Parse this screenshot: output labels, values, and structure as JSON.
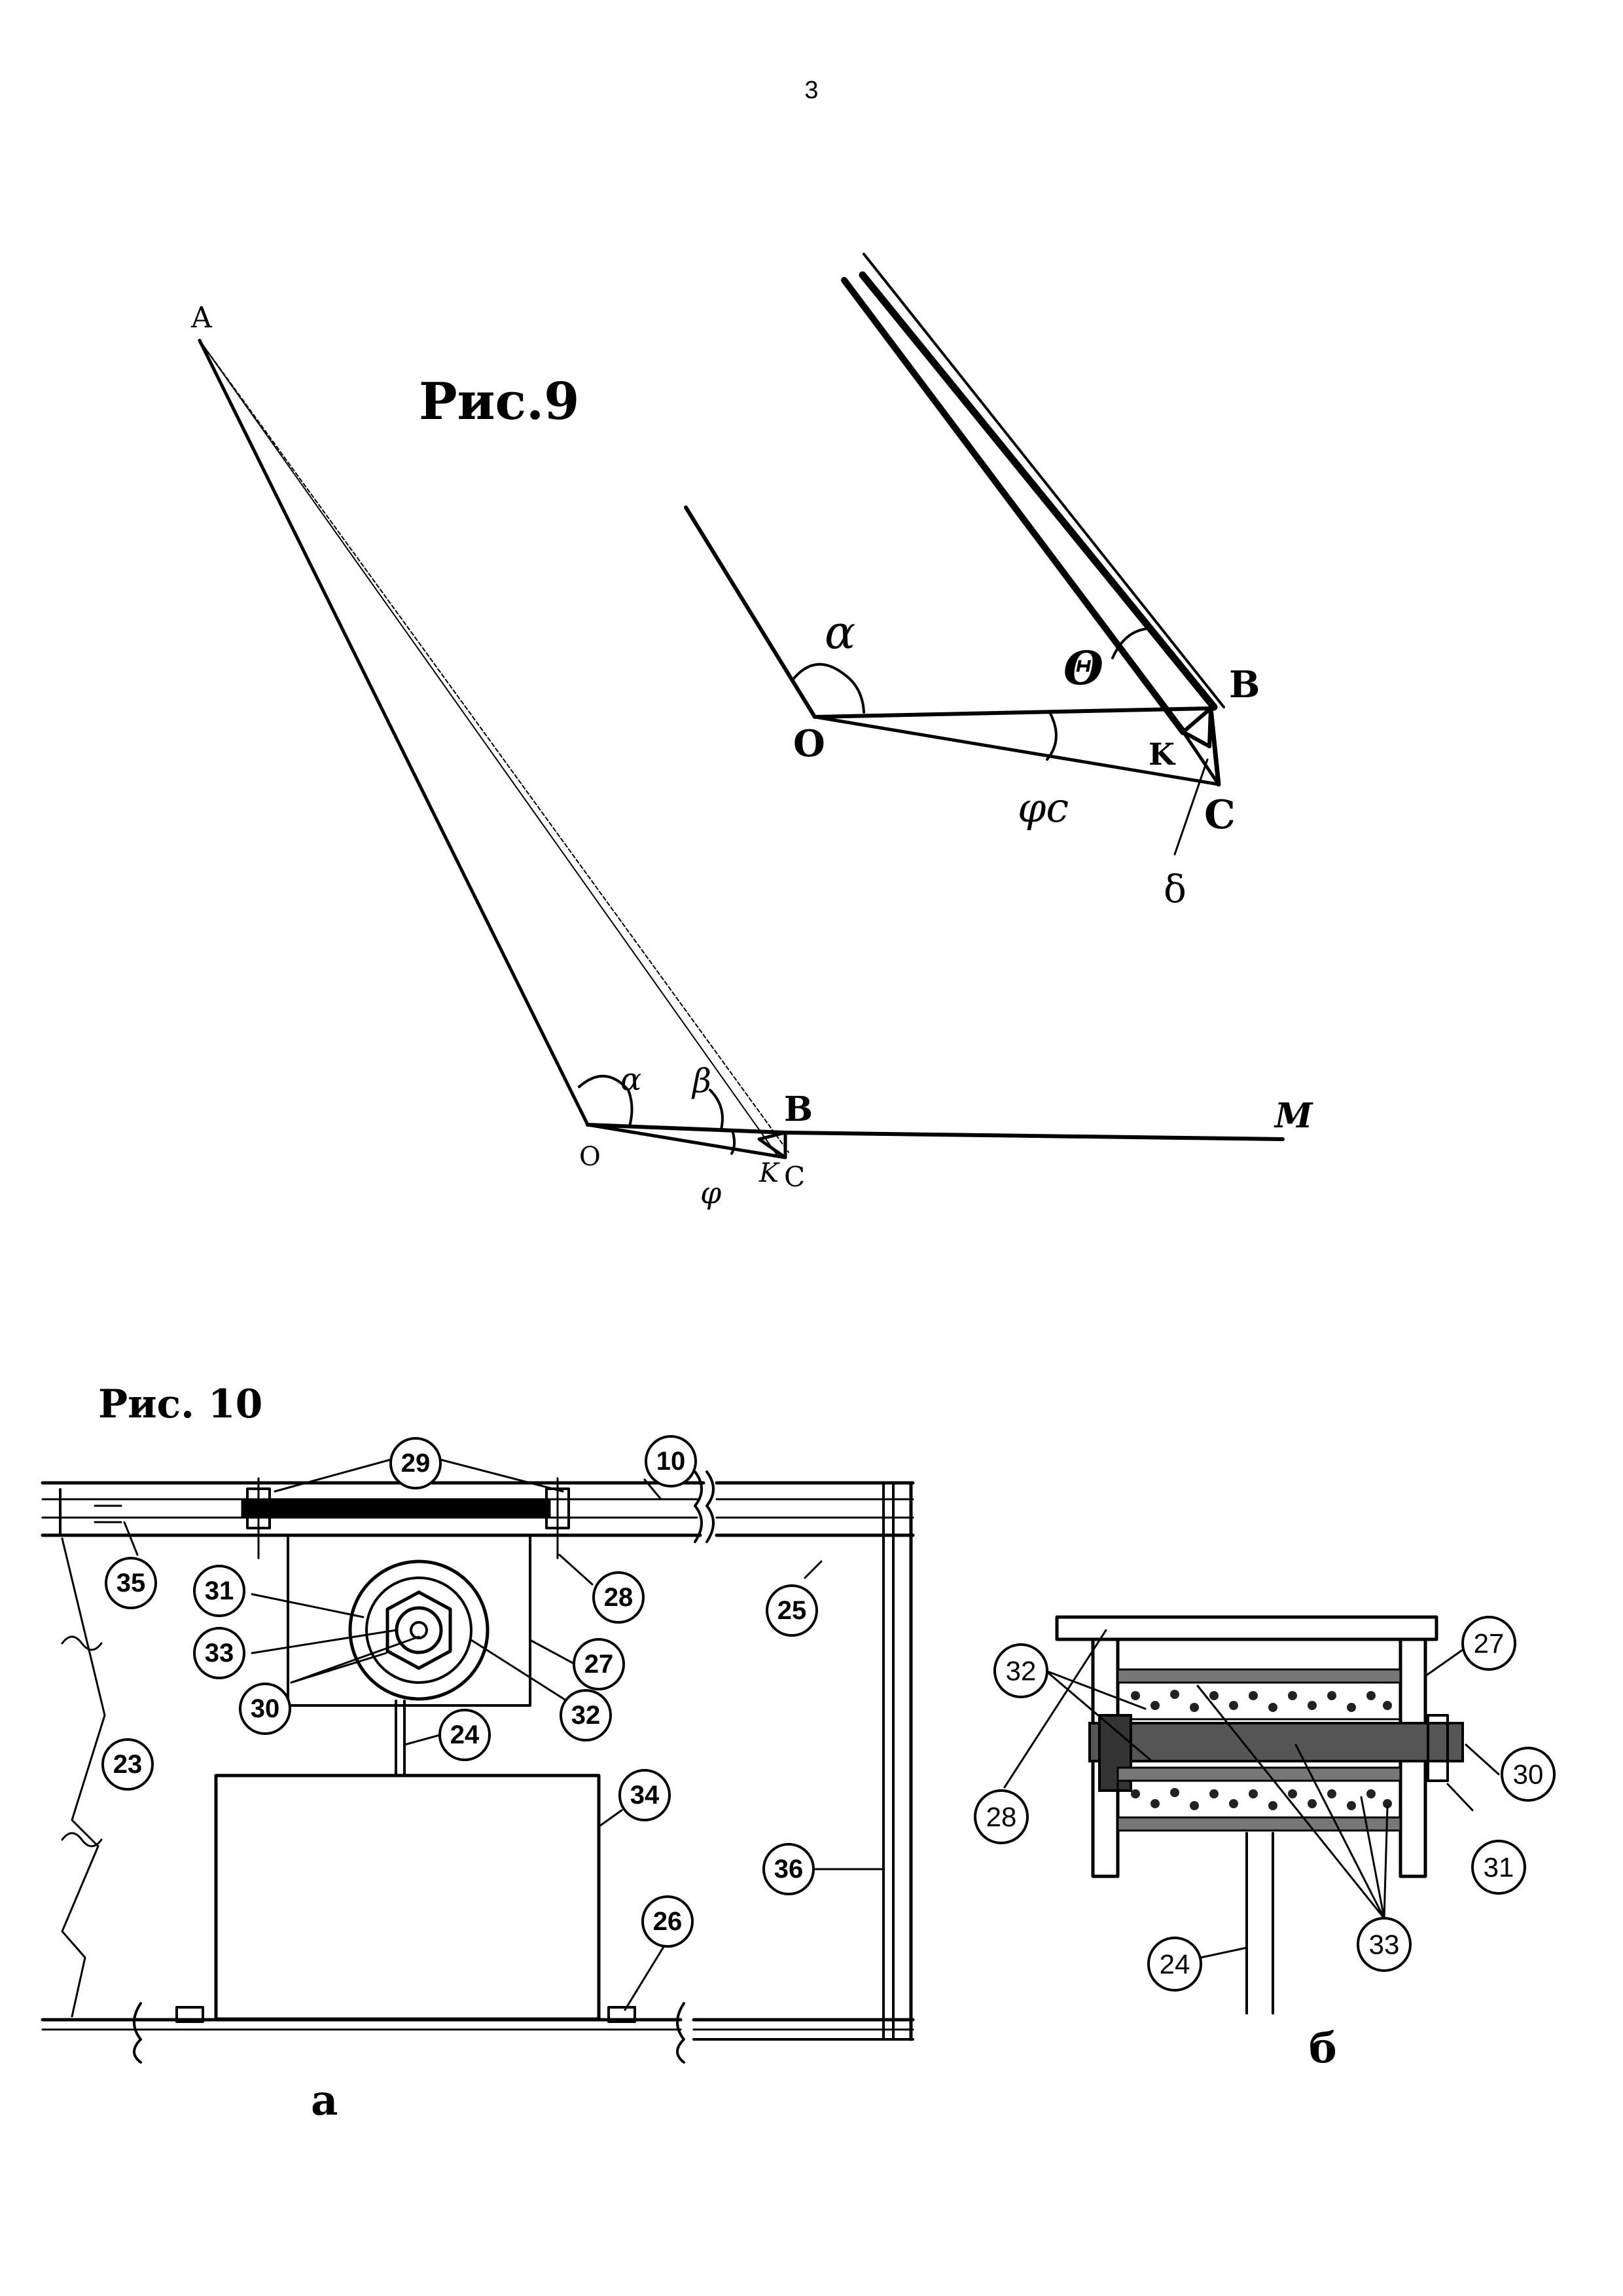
{
  "page_number": "3",
  "fig9": {
    "title": "Рис.9",
    "upper": {
      "O": "O",
      "B": "B",
      "K": "K",
      "C": "C",
      "alpha": "α",
      "theta": "Θ",
      "phi": "φc",
      "delta": "δ"
    },
    "lower": {
      "A": "A",
      "O": "O",
      "B": "B",
      "M": "M",
      "K": "K",
      "C": "C",
      "alpha": "α",
      "beta": "β",
      "phi": "φ"
    }
  },
  "fig10": {
    "title": "Рис. 10",
    "sub_a": "а",
    "sub_b": "б",
    "callouts_a": [
      "29",
      "10",
      "35",
      "28",
      "25",
      "31",
      "33",
      "27",
      "30",
      "32",
      "24",
      "34",
      "23",
      "36",
      "26"
    ],
    "callouts_b": [
      "27",
      "32",
      "28",
      "30",
      "31",
      "33",
      "24"
    ]
  }
}
